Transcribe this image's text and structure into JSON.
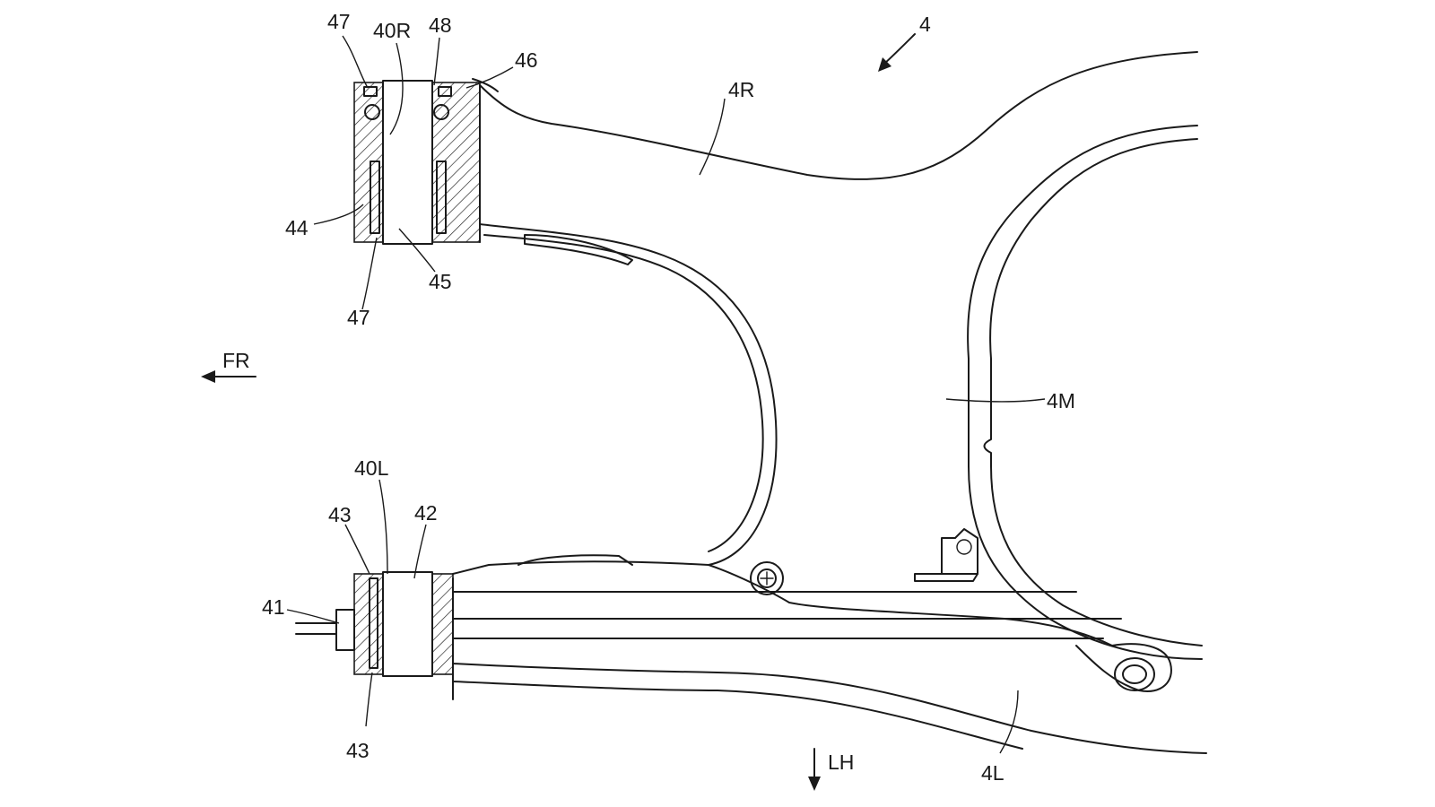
{
  "figure": {
    "assembly_ref": "4",
    "direction_front": "FR",
    "direction_left": "LH"
  },
  "labels": {
    "seal_47_top": "47",
    "pivot_40R": "40R",
    "seal_48": "48",
    "collar_46": "46",
    "right_arm_4R": "4R",
    "bushing_44": "44",
    "collar_45": "45",
    "seal_47_bottom": "47",
    "cross_member_4M": "4M",
    "pivot_40L": "40L",
    "collar_42": "42",
    "seal_43_top": "43",
    "shaft_41": "41",
    "seal_43_bottom": "43",
    "left_arm_4L": "4L"
  }
}
